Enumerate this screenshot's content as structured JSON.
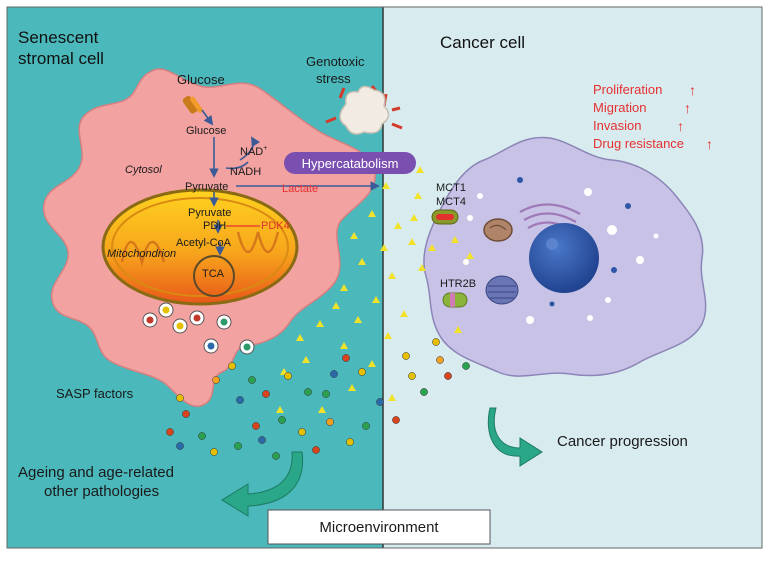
{
  "stromal_panel": {
    "title_line1": "Senescent",
    "title_line2": "stromal cell",
    "cytosol": "Cytosol",
    "mitochondrion": "Mitochondrion",
    "glucose_outside": "Glucose",
    "glucose_inside": "Glucose",
    "nad": "NAD",
    "nad_sup": "+",
    "nadh": "NADH",
    "pyruvate": "Pyruvate",
    "lactate": "Lactate",
    "pyruvate_mito": "Pyruvate",
    "pdh": "PDH",
    "pdk4": "PDK4",
    "acetyl_coa": "Acetyl-CoA",
    "tca": "TCA",
    "sasp": "SASP factors",
    "ageing_line1": "Ageing and age-related",
    "ageing_line2": "other pathologies"
  },
  "center": {
    "genotoxic_line1": "Genotoxic",
    "genotoxic_line2": "stress",
    "hypercatabolism": "Hypercatabolism",
    "microenvironment": "Microenvironment"
  },
  "cancer_panel": {
    "title": "Cancer cell",
    "effects": [
      {
        "label": "Proliferation",
        "arrow": "↑"
      },
      {
        "label": "Migration",
        "arrow": "↑"
      },
      {
        "label": "Invasion",
        "arrow": "↑"
      },
      {
        "label": "Drug resistance",
        "arrow": "↑"
      }
    ],
    "mct1": "MCT1",
    "mct4": "MCT4",
    "htr2b": "HTR2B",
    "progression": "Cancer progression"
  },
  "colors": {
    "left_bg": "#4bb8bb",
    "right_bg": "#d8ecf0",
    "stromal_cell": "#f2a2a0",
    "mitochondrion": "#f5a31b",
    "cancer_cell": "#c8c2e6",
    "nucleus": "#2e55a6",
    "hypercatabolism": "#7b4fb0",
    "accent_red": "#e53030",
    "arrow_teal": "#2aa788"
  }
}
